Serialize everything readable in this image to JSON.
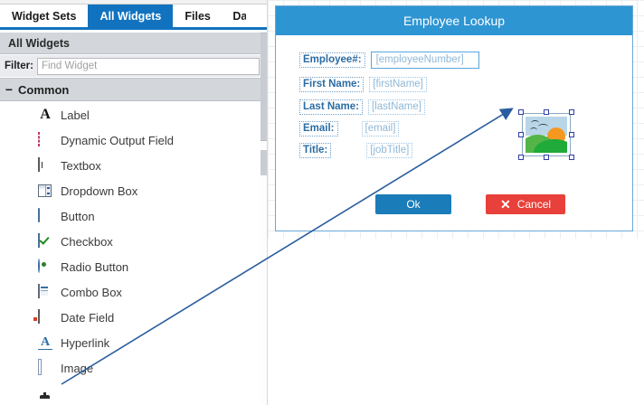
{
  "left_panel": {
    "tabs": [
      {
        "label": "Widget Sets",
        "active": false
      },
      {
        "label": "All Widgets",
        "active": true
      },
      {
        "label": "Files",
        "active": false
      },
      {
        "label": "Da",
        "active": false
      }
    ],
    "heading": "All Widgets",
    "filter": {
      "label": "Filter:",
      "value": "",
      "placeholder": "Find Widget"
    },
    "group": {
      "collapse_glyph": "−",
      "title": "Common"
    },
    "widgets": [
      {
        "label": "Label",
        "icon": "label-icon"
      },
      {
        "label": "Dynamic Output Field",
        "icon": "dynamic-output-field-icon"
      },
      {
        "label": "Textbox",
        "icon": "textbox-icon"
      },
      {
        "label": "Dropdown Box",
        "icon": "dropdown-box-icon"
      },
      {
        "label": "Button",
        "icon": "button-icon"
      },
      {
        "label": "Checkbox",
        "icon": "checkbox-icon"
      },
      {
        "label": "Radio Button",
        "icon": "radio-button-icon"
      },
      {
        "label": "Combo Box",
        "icon": "combo-box-icon"
      },
      {
        "label": "Date Field",
        "icon": "date-field-icon"
      },
      {
        "label": "Hyperlink",
        "icon": "hyperlink-icon"
      },
      {
        "label": "Image",
        "icon": "image-icon"
      },
      {
        "label": "",
        "icon": "partial-widget-icon"
      }
    ]
  },
  "dialog": {
    "title": "Employee Lookup",
    "fields": [
      {
        "label": "Employee#:",
        "value": "[employeeNumber]",
        "selected": true
      },
      {
        "label": "First Name:",
        "value": "[firstName]",
        "selected": false
      },
      {
        "label": "Last Name:",
        "value": "[lastName]",
        "selected": false
      },
      {
        "label": "Email:",
        "value": "[email]",
        "selected": false
      },
      {
        "label": "Title:",
        "value": "[jobTitle]",
        "selected": false
      }
    ],
    "image_widget": {
      "name": "image-widget",
      "selected": true
    },
    "buttons": {
      "ok": "Ok",
      "cancel": "Cancel",
      "cancel_glyph": "✕"
    }
  },
  "colors": {
    "tab_active_bg": "#1173c0",
    "dialog_title_bg": "#2e95d3",
    "ok_button_bg": "#1a7cb8",
    "cancel_button_bg": "#e8403a",
    "field_label_text": "#2b6ca3",
    "field_value_text": "#8fb8d8",
    "selection_handle": "#2f3ea8",
    "arrow": "#2a5d9e"
  }
}
